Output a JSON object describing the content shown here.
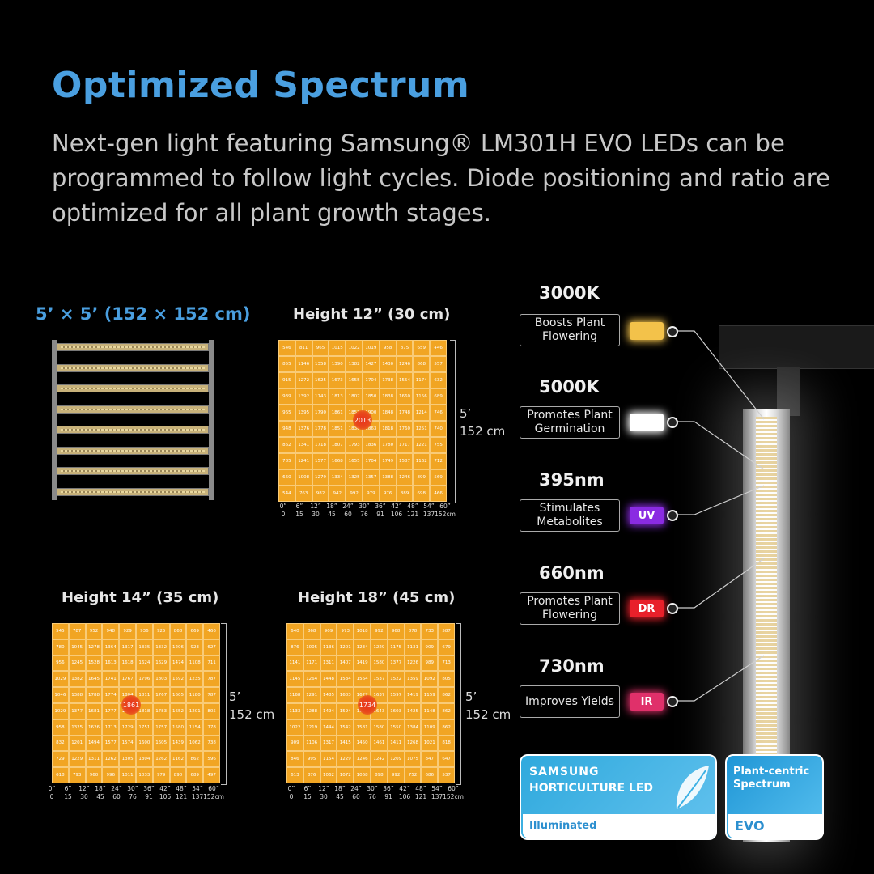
{
  "header": {
    "title": "Optimized Spectrum",
    "subtitle": "Next-gen light featuring Samsung® LM301H EVO LEDs can be programmed to follow light cycles. Diode positioning and ratio are optimized for all plant growth stages."
  },
  "coverage": {
    "label": "5’ × 5’ (152 × 152 cm)"
  },
  "grids": [
    {
      "title": "Height 12” (30 cm)",
      "side_ft": "5’",
      "side_cm": "152 cm",
      "peak": "2013",
      "rows": [
        [
          "546",
          "811",
          "965",
          "1015",
          "1022",
          "1019",
          "958",
          "875",
          "659",
          "446"
        ],
        [
          "855",
          "1146",
          "1358",
          "1390",
          "1382",
          "1427",
          "1430",
          "1246",
          "868",
          "557"
        ],
        [
          "915",
          "1272",
          "1625",
          "1673",
          "1655",
          "1704",
          "1738",
          "1554",
          "1174",
          "632"
        ],
        [
          "939",
          "1392",
          "1743",
          "1813",
          "1807",
          "1850",
          "1838",
          "1660",
          "1156",
          "689"
        ],
        [
          "965",
          "1395",
          "1790",
          "1861",
          "1853",
          "1900",
          "1848",
          "1748",
          "1214",
          "746"
        ],
        [
          "948",
          "1376",
          "1778",
          "1851",
          "1836",
          "1863",
          "1818",
          "1760",
          "1251",
          "740"
        ],
        [
          "862",
          "1341",
          "1718",
          "1807",
          "1793",
          "1836",
          "1780",
          "1717",
          "1221",
          "755"
        ],
        [
          "785",
          "1241",
          "1577",
          "1668",
          "1655",
          "1704",
          "1749",
          "1587",
          "1162",
          "712"
        ],
        [
          "660",
          "1008",
          "1279",
          "1334",
          "1325",
          "1357",
          "1388",
          "1246",
          "899",
          "569"
        ],
        [
          "544",
          "763",
          "982",
          "942",
          "992",
          "979",
          "976",
          "889",
          "698",
          "466"
        ]
      ]
    },
    {
      "title": "Height 14” (35 cm)",
      "side_ft": "5’",
      "side_cm": "152 cm",
      "peak": "1861",
      "rows": [
        [
          "545",
          "787",
          "952",
          "948",
          "929",
          "936",
          "925",
          "868",
          "669",
          "466"
        ],
        [
          "780",
          "1045",
          "1278",
          "1364",
          "1317",
          "1335",
          "1332",
          "1206",
          "923",
          "627"
        ],
        [
          "956",
          "1245",
          "1528",
          "1613",
          "1618",
          "1624",
          "1629",
          "1474",
          "1108",
          "711"
        ],
        [
          "1029",
          "1382",
          "1645",
          "1741",
          "1767",
          "1796",
          "1803",
          "1592",
          "1235",
          "787"
        ],
        [
          "1046",
          "1388",
          "1788",
          "1774",
          "1804",
          "1811",
          "1767",
          "1605",
          "1180",
          "787"
        ],
        [
          "1029",
          "1377",
          "1681",
          "1777",
          "1814",
          "1818",
          "1783",
          "1652",
          "1201",
          "805"
        ],
        [
          "958",
          "1325",
          "1626",
          "1713",
          "1729",
          "1751",
          "1757",
          "1580",
          "1154",
          "778"
        ],
        [
          "832",
          "1201",
          "1494",
          "1577",
          "1574",
          "1600",
          "1605",
          "1439",
          "1062",
          "738"
        ],
        [
          "729",
          "1229",
          "1311",
          "1262",
          "1305",
          "1304",
          "1262",
          "1162",
          "862",
          "596"
        ],
        [
          "618",
          "793",
          "960",
          "996",
          "1011",
          "1033",
          "979",
          "890",
          "689",
          "497"
        ]
      ]
    },
    {
      "title": "Height 18” (45 cm)",
      "side_ft": "5’",
      "side_cm": "152 cm",
      "peak": "1734",
      "rows": [
        [
          "640",
          "868",
          "909",
          "973",
          "1018",
          "992",
          "968",
          "878",
          "733",
          "587"
        ],
        [
          "876",
          "1005",
          "1136",
          "1201",
          "1234",
          "1229",
          "1175",
          "1131",
          "909",
          "679"
        ],
        [
          "1141",
          "1171",
          "1311",
          "1407",
          "1419",
          "1580",
          "1377",
          "1226",
          "989",
          "713"
        ],
        [
          "1145",
          "1264",
          "1448",
          "1534",
          "1564",
          "1537",
          "1522",
          "1359",
          "1092",
          "805"
        ],
        [
          "1168",
          "1291",
          "1485",
          "1603",
          "1627",
          "1637",
          "1597",
          "1419",
          "1159",
          "862"
        ],
        [
          "1133",
          "1288",
          "1494",
          "1594",
          "1630",
          "1643",
          "1603",
          "1425",
          "1148",
          "862"
        ],
        [
          "1022",
          "1219",
          "1444",
          "1542",
          "1581",
          "1580",
          "1550",
          "1384",
          "1109",
          "862"
        ],
        [
          "909",
          "1106",
          "1317",
          "1415",
          "1450",
          "1461",
          "1411",
          "1268",
          "1021",
          "818"
        ],
        [
          "846",
          "995",
          "1154",
          "1229",
          "1246",
          "1242",
          "1209",
          "1075",
          "847",
          "647"
        ],
        [
          "613",
          "876",
          "1062",
          "1072",
          "1068",
          "898",
          "992",
          "752",
          "686",
          "537"
        ]
      ]
    }
  ],
  "ticks_in": [
    "0”",
    "6”",
    "12”",
    "18”",
    "24”",
    "30”",
    "36”",
    "42”",
    "48”",
    "54”",
    "60”"
  ],
  "ticks_cm": [
    "0",
    "15",
    "30",
    "45",
    "60",
    "76",
    "91",
    "106",
    "121",
    "137",
    "152cm"
  ],
  "spectrum": [
    {
      "head": "3000K",
      "desc": "Boosts Plant Flowering",
      "chip": "",
      "color": "#f3c24a"
    },
    {
      "head": "5000K",
      "desc": "Promotes Plant Germination",
      "chip": "",
      "color": "#ffffff"
    },
    {
      "head": "395nm",
      "desc": "Stimulates Metabolites",
      "chip": "UV",
      "color": "#8a2be2"
    },
    {
      "head": "660nm",
      "desc": "Promotes Plant Flowering",
      "chip": "DR",
      "color": "#e8202a"
    },
    {
      "head": "730nm",
      "desc": "Improves Yields",
      "chip": "IR",
      "color": "#e0306a"
    }
  ],
  "badges": {
    "samsung_brand": "SAMSUNG",
    "samsung_line": "HORTICULTURE LED",
    "samsung_tag": "Illuminated",
    "evo_line1": "Plant-centric",
    "evo_line2": "Spectrum",
    "evo_tag": "EVO"
  }
}
